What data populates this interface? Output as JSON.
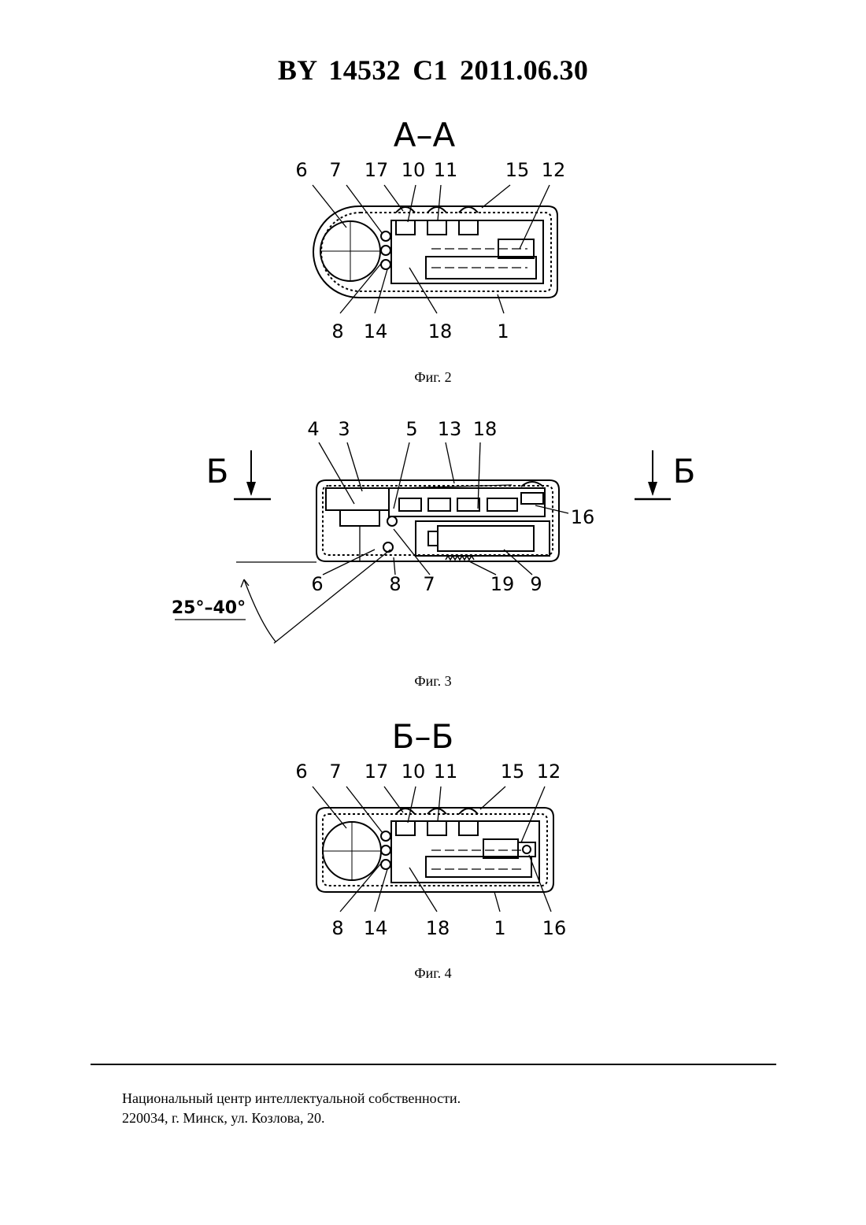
{
  "header": {
    "title": "BY 14532 C1 2011.06.30"
  },
  "figures": [
    {
      "section_label": "А–А",
      "caption": "Фиг. 2",
      "top_labels": [
        "6",
        "7",
        "17",
        "10",
        "11",
        "15",
        "12"
      ],
      "bottom_labels": [
        "8",
        "14",
        "18",
        "1"
      ]
    },
    {
      "caption": "Фиг. 3",
      "top_labels": [
        "4",
        "3",
        "5",
        "13",
        "18"
      ],
      "side_labels": [
        "16"
      ],
      "bottom_labels": [
        "6",
        "8",
        "7",
        "19",
        "9"
      ],
      "section_marker": "Б",
      "angle_label": "25°–40°"
    },
    {
      "section_label": "Б–Б",
      "caption": "Фиг. 4",
      "top_labels": [
        "6",
        "7",
        "17",
        "10",
        "11",
        "15",
        "12"
      ],
      "bottom_labels": [
        "8",
        "14",
        "18",
        "1",
        "16"
      ]
    }
  ],
  "footer": {
    "line1": "Национальный центр интеллектуальной собственности.",
    "line2": "220034, г. Минск, ул. Козлова, 20."
  }
}
